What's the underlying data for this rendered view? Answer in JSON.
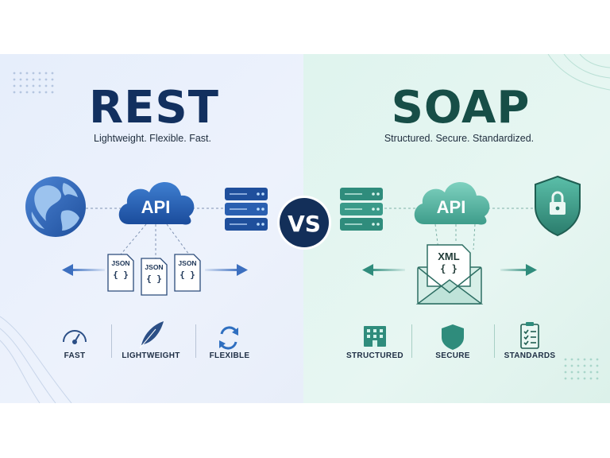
{
  "rest": {
    "title": "REST",
    "tagline": "Lightweight. Flexible. Fast.",
    "api_label": "API",
    "format_label": "JSON",
    "format_glyph": "{ }",
    "features": [
      "FAST",
      "LIGHTWEIGHT",
      "FLEXIBLE"
    ],
    "icons": [
      "globe-icon",
      "cloud-icon",
      "server-icon",
      "json-document-icon",
      "speedometer-icon",
      "feather-icon",
      "refresh-icon"
    ],
    "accent": "#1f4f9c"
  },
  "versus": {
    "label": "VS"
  },
  "soap": {
    "title": "SOAP",
    "tagline": "Structured. Secure. Standardized.",
    "api_label": "API",
    "format_label": "XML",
    "format_glyph": "{ }",
    "features": [
      "STRUCTURED",
      "SECURE",
      "STANDARDS"
    ],
    "icons": [
      "server-icon",
      "cloud-icon",
      "shield-lock-icon",
      "envelope-icon",
      "building-icon",
      "shield-icon",
      "checklist-icon"
    ],
    "accent": "#2f8c7c"
  }
}
